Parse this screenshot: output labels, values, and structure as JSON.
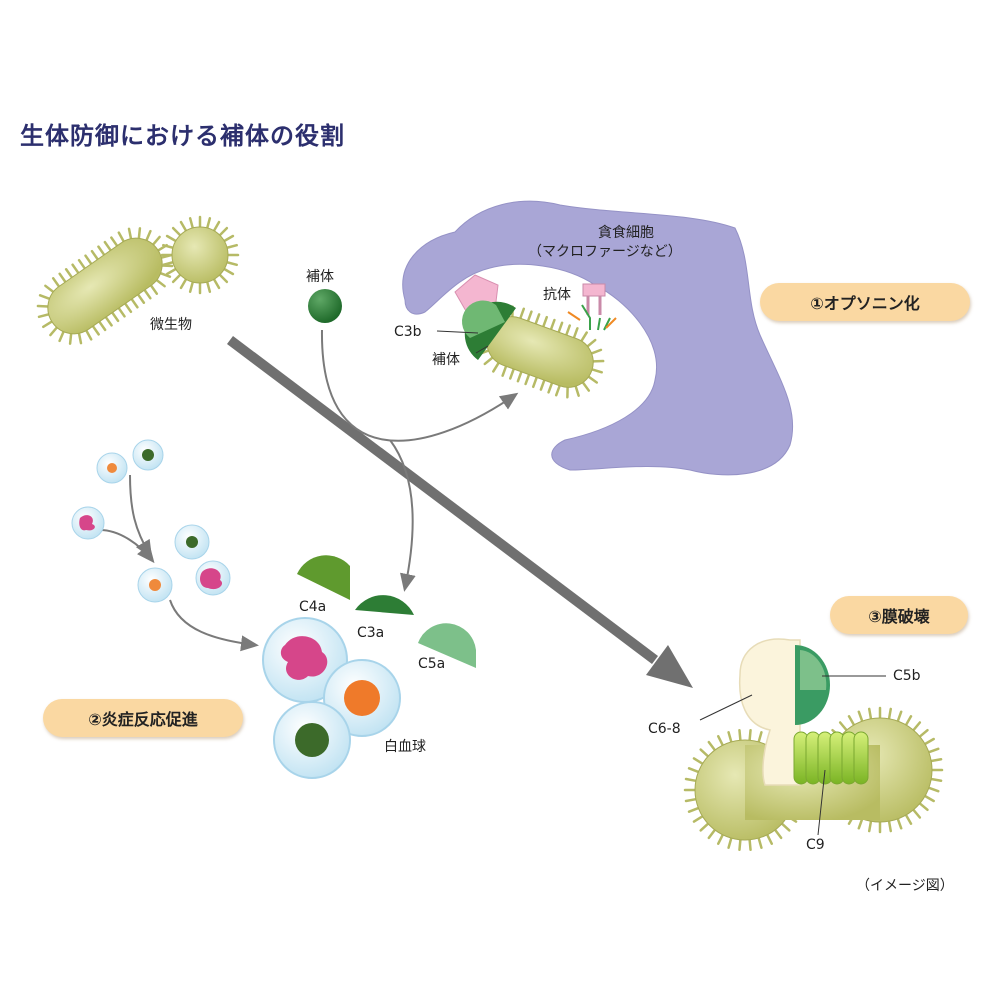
{
  "title": "生体防御における補体の役割",
  "labels": {
    "microbe": "微生物",
    "complement_top": "補体",
    "phagocyte_name": "貪食細胞",
    "phagocyte_sub": "（マクロファージなど）",
    "antibody": "抗体",
    "c3b": "C3b",
    "complement_bound": "補体",
    "c4a": "C4a",
    "c3a": "C3a",
    "c5a": "C5a",
    "wbc": "白血球",
    "c5b": "C5b",
    "c6_8": "C6-8",
    "c9": "C9",
    "note": "（イメージ図）"
  },
  "badges": {
    "opsonization": "①オプソニン化",
    "inflammation": "②炎症反応促進",
    "membrane_attack": "③膜破壊"
  },
  "colors": {
    "title": "#2c2f6e",
    "microbe": "#c9cc7e",
    "phagocyte": "#a9a6d6",
    "complement": "#2d7d35",
    "c4a": "#5f9a2e",
    "c5a": "#7dc08a",
    "badge": "#fad8a2",
    "antibody_green": "#3aa24a",
    "antibody_orange": "#f08a24",
    "receptor_pink": "#f4b6d0",
    "neutrophil_nucleus": "#d6468a",
    "arrow_gray": "#707070"
  }
}
